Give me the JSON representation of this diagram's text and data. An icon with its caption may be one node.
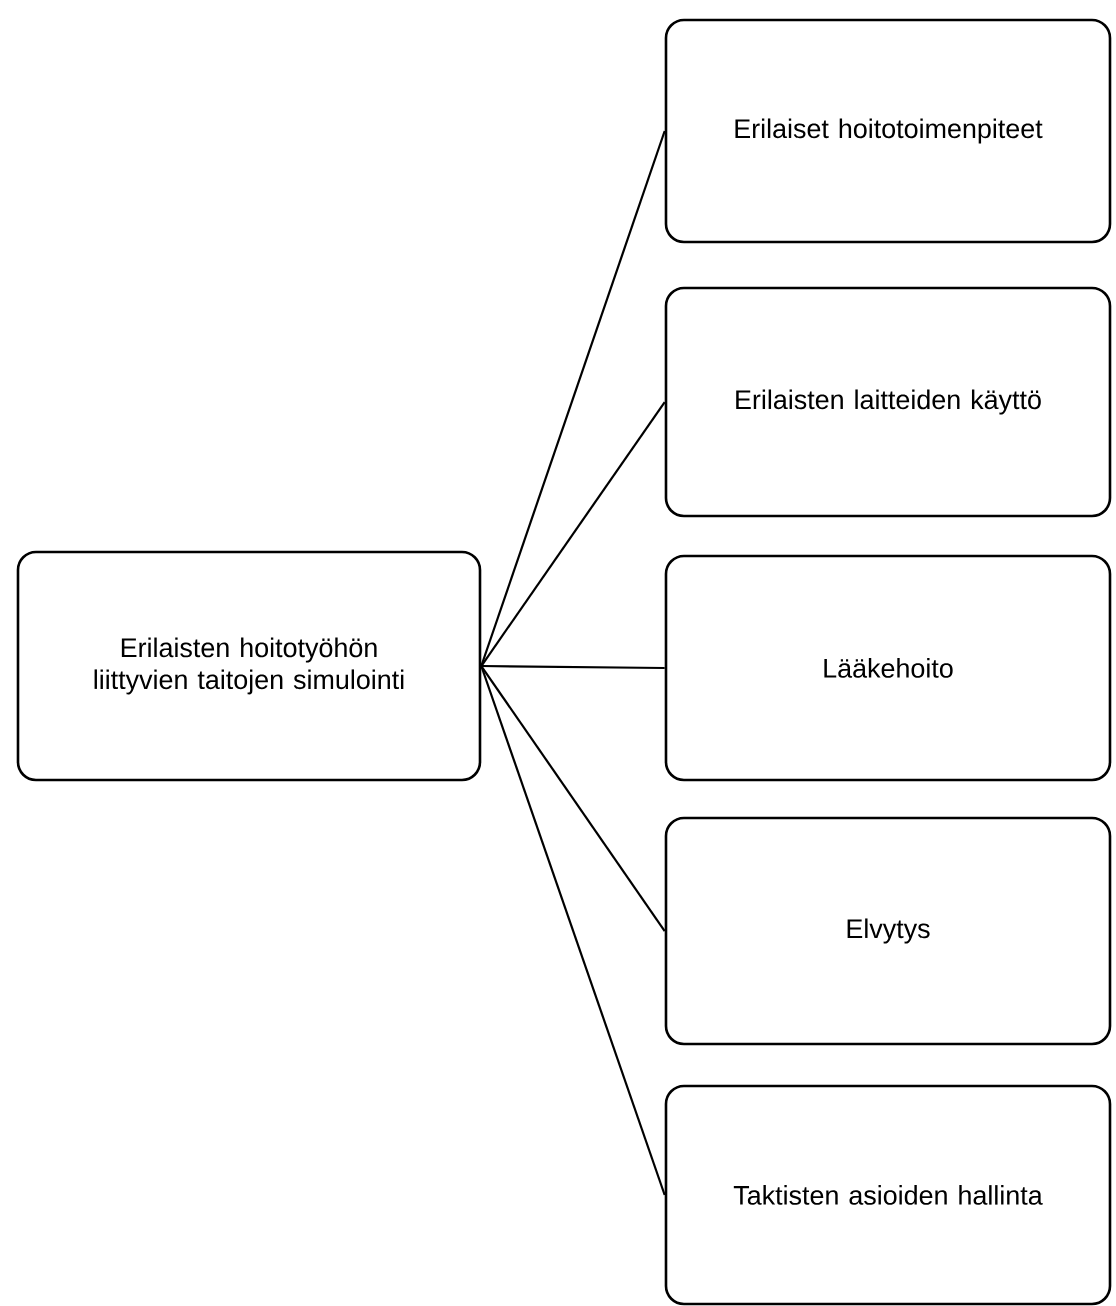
{
  "diagram": {
    "nodes": [
      {
        "text": [
          "Erilaisten hoitotyöhön liittyvien taitojen simulointi"
        ]
      },
      {
        "text": [
          "Erilaiset hoitotoimenpiteet"
        ]
      },
      {
        "text": [
          "Erilaisten laitteiden käyttö"
        ]
      },
      {
        "text": [
          "Lääkehoito"
        ]
      },
      {
        "text": [
          "Elvytys"
        ]
      },
      {
        "text": [
          "Taktisten asioiden hallinta"
        ]
      }
    ],
    "edges": [
      {
        "from": 0,
        "to": 1,
        "arrow": "none"
      },
      {
        "from": 0,
        "to": 2,
        "arrow": "none"
      },
      {
        "from": 0,
        "to": 3,
        "arrow": "none"
      },
      {
        "from": 0,
        "to": 4,
        "arrow": "none"
      },
      {
        "from": 0,
        "to": 5,
        "arrow": "none"
      }
    ]
  }
}
